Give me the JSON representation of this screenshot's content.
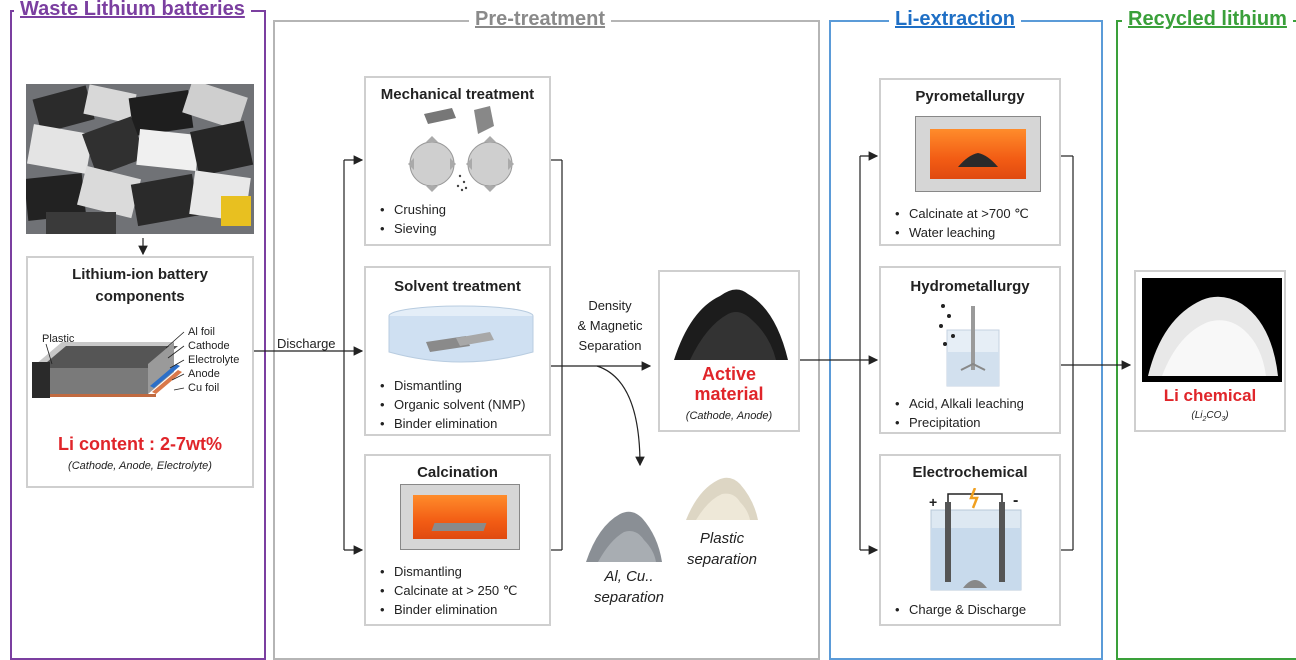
{
  "sections": {
    "waste": {
      "title": "Waste Lithium batteries",
      "color": "#7b3fa0"
    },
    "pretreatment": {
      "title": "Pre-treatment",
      "color": "#9a9a9a"
    },
    "extraction": {
      "title": "Li-extraction",
      "color": "#1f6fc5"
    },
    "recycled": {
      "title": "Recycled lithium",
      "color": "#3aa03a"
    }
  },
  "components": {
    "title": "Lithium-ion battery components",
    "plastic_label": "Plastic",
    "layers": [
      "Al foil",
      "Cathode",
      "Electrolyte",
      "Anode",
      "Cu foil"
    ],
    "li_content": "Li content : 2-7wt%",
    "li_content_sub": "(Cathode, Anode, Electrolyte)"
  },
  "discharge_label": "Discharge",
  "mechanical": {
    "title": "Mechanical treatment",
    "bullets": [
      "Crushing",
      "Sieving"
    ]
  },
  "solvent": {
    "title": "Solvent treatment",
    "bullets": [
      "Dismantling",
      "Organic solvent (NMP)",
      "Binder elimination"
    ]
  },
  "calcination": {
    "title": "Calcination",
    "bullets": [
      "Dismantling",
      "Calcinate at > 250 ℃",
      "Binder elimination"
    ]
  },
  "separation_label": {
    "line1": "Density",
    "line2": "& Magnetic",
    "line3": "Separation"
  },
  "active": {
    "line1": "Active",
    "line2": "material",
    "sub": "(Cathode, Anode)"
  },
  "al_cu": {
    "line1": "Al, Cu..",
    "line2": "separation"
  },
  "plastic_sep": {
    "line1": "Plastic",
    "line2": "separation"
  },
  "pyro": {
    "title": "Pyrometallurgy",
    "bullets": [
      "Calcinate at >700 ℃",
      "Water leaching"
    ]
  },
  "hydro": {
    "title": "Hydrometallurgy",
    "bullets": [
      "Acid, Alkali leaching",
      "Precipitation"
    ]
  },
  "electro": {
    "title": "Electrochemical",
    "bullets": [
      "Charge & Discharge"
    ],
    "plus": "+",
    "minus": "-"
  },
  "li_chemical": {
    "title": "Li chemical",
    "formula_main": "Li",
    "formula_sub1": "2",
    "formula_mid": "CO",
    "formula_sub2": "3"
  }
}
